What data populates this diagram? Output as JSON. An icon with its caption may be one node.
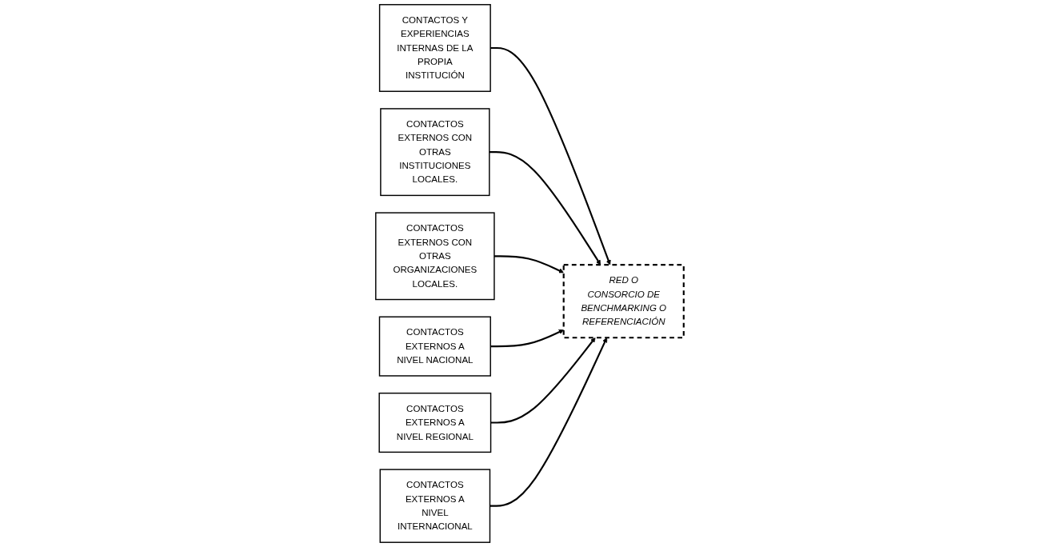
{
  "diagram": {
    "nodes": [
      {
        "text": [
          "CONTACTOS Y EXPERIENCIAS INTERNAS DE LA PROPIA INSTITUCIÓN"
        ]
      },
      {
        "text": [
          "CONTACTOS EXTERNOS CON OTRAS INSTITUCIONES LOCALES."
        ]
      },
      {
        "text": [
          "CONTACTOS EXTERNOS CON OTRAS ORGANIZACIONES LOCALES."
        ]
      },
      {
        "text": [
          "RED O CONSORCIO DE BENCHMARKING O REFERENCIACIÓN"
        ]
      },
      {
        "text": [
          "CONTACTOS EXTERNOS A NIVEL NACIONAL"
        ]
      },
      {
        "text": [
          "CONTACTOS EXTERNOS A NIVEL REGIONAL"
        ]
      },
      {
        "text": [
          "CONTACTOS EXTERNOS A NIVEL INTERNACIONAL"
        ]
      }
    ],
    "edges": [
      {
        "from": 0,
        "to": 3,
        "arrow": "to"
      },
      {
        "from": 1,
        "to": 3,
        "arrow": "to"
      },
      {
        "from": 2,
        "to": 3,
        "arrow": "to"
      },
      {
        "from": 4,
        "to": 3,
        "arrow": "to"
      },
      {
        "from": 5,
        "to": 3,
        "arrow": "to"
      },
      {
        "from": 6,
        "to": 3,
        "arrow": "to"
      }
    ]
  }
}
